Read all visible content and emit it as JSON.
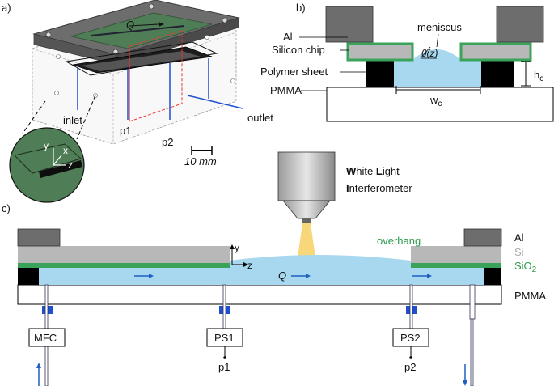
{
  "panels": {
    "a": "a)",
    "b": "b)",
    "c": "c)"
  },
  "panel_a": {
    "flow_symbol": "Q",
    "inlet": "inlet",
    "outlet": "outlet",
    "p1": "p1",
    "p2": "p2",
    "scale_bar": "10 mm",
    "axes": {
      "x": "x",
      "y": "y",
      "z": "z"
    }
  },
  "panel_b": {
    "al": "Al",
    "silicon_chip": "Silicon chip",
    "meniscus": "meniscus",
    "contact_angle": "θ(z)",
    "polymer_sheet": "Polymer sheet",
    "pmma": "PMMA",
    "height": "h",
    "height_sub": "c",
    "width": "w",
    "width_sub": "c"
  },
  "panel_c": {
    "wli_line1_bold": "W",
    "wli_line1_rest": "hite ",
    "wli_line1_bold2": "L",
    "wli_line1_rest2": "ight",
    "wli_line2_bold": "I",
    "wli_line2_rest": "nterferometer",
    "overhang": "overhang",
    "flow_symbol": "Q",
    "axis_y": "y",
    "axis_z": "z",
    "legend_al": "Al",
    "legend_si": "Si",
    "legend_sio2": "SiO",
    "legend_sio2_sub": "2",
    "legend_pmma": "PMMA",
    "mfc": "MFC",
    "ps1": "PS1",
    "ps2": "PS2",
    "p1": "p1",
    "p2": "p2"
  },
  "colors": {
    "aluminum": "#6f6f6f",
    "silicon": "#b8b8b8",
    "sio2": "#3aa35a",
    "fluid": "#a8d8ef",
    "polymer": "#000000",
    "wli_beam": "#f6d36b",
    "flow_arrow": "#1f5fbf",
    "chip_green": "#4f7d55"
  }
}
